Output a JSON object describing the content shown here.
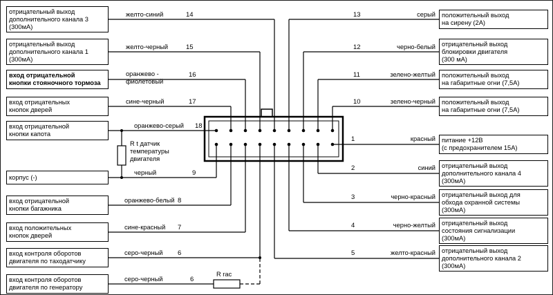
{
  "left_rows": [
    {
      "label": "отрицательный выход\nдополнительного канала 3\n(300мА)",
      "wire": "желто-синий",
      "pin": "14"
    },
    {
      "label": "отрицательный выход\nдополнительного канала 1\n(300мА)",
      "wire": "желто-черный",
      "pin": "15"
    },
    {
      "label": "вход отрицательной\nкнопки стояночного тормоза",
      "wire": "оранжево -\nфиолетовый",
      "pin": "16"
    },
    {
      "label": "вход отрицательных\nкнопок дверей",
      "wire": "сине-черный",
      "pin": "17"
    },
    {
      "label": "вход отрицательной\nкнопки капота",
      "wire": "оранжево-серый",
      "pin": "18"
    },
    {
      "label": "корпус (-)",
      "wire": "черный",
      "pin": "9"
    },
    {
      "label": "вход отрицательной\nкнопки багажника",
      "wire": "оранжево-белый",
      "pin": "8"
    },
    {
      "label": "вход положительных\nкнопок дверей",
      "wire": "сине-красный",
      "pin": "7"
    },
    {
      "label": "вход контроля оборотов\nдвигателя по таходатчику",
      "wire": "серо-черный",
      "pin": "6"
    },
    {
      "label": "вход контроля оборотов\nдвигателя по генератору",
      "wire": "серо-черный",
      "pin": "6"
    }
  ],
  "right_rows": [
    {
      "pin": "13",
      "wire": "серый",
      "label": "положительный выход\nна сирену (2А)"
    },
    {
      "pin": "12",
      "wire": "черно-белый",
      "label": "отрицательный  выход\nблокировки двигателя\n(300 мА)"
    },
    {
      "pin": "11",
      "wire": "зелено-желтый",
      "label": "положительный выход\nна габаритные огни (7,5А)"
    },
    {
      "pin": "10",
      "wire": "зелено-черный",
      "label": "положительный выход\nна габаритные огни (7,5А)"
    },
    {
      "pin": "1",
      "wire": "красный",
      "label": "питание +12В\n(с предохранителем 15А)"
    },
    {
      "pin": "2",
      "wire": "синий",
      "label": "отрицательный выход\nдополнительного канала 4\n(300мА)"
    },
    {
      "pin": "3",
      "wire": "черно-красный",
      "label": "отрицательный выход для\nобхода охранной системы\n(300мА)"
    },
    {
      "pin": "4",
      "wire": "черно-желтый",
      "label": "отрицательный выход\nсостояния сигнализации\n(300мА)"
    },
    {
      "pin": "5",
      "wire": "желто-красный",
      "label": "отрицательный выход\nдополнительного канала 2\n(300мА)"
    }
  ],
  "components": {
    "temp_sensor_label": "R t датчик\nтемпературы\nдвигателя",
    "series_resistor_label": "R rac"
  },
  "colors": {
    "ink": "#000000",
    "background": "#ffffff"
  }
}
